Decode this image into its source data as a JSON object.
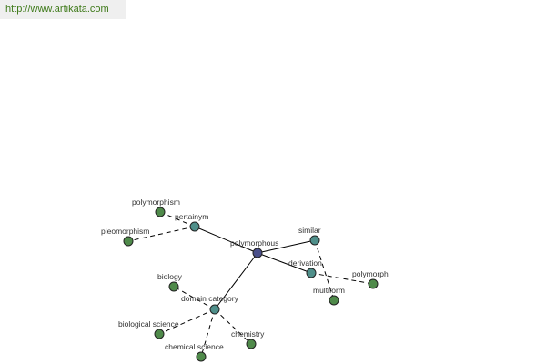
{
  "header": {
    "url": "http://www.artikata.com"
  },
  "graph": {
    "center": "polymorphous",
    "relations": {
      "pertainym": "pertainym",
      "similar": "similar",
      "derivation": "derivation",
      "domain_category": "domain category"
    },
    "words": {
      "polymorphism": "polymorphism",
      "pleomorphism": "pleomorphism",
      "polymorph": "polymorph",
      "multiform": "multiform",
      "biology": "biology",
      "biological_science": "biological science",
      "chemical_science": "chemical science",
      "chemistry": "chemistry"
    }
  }
}
